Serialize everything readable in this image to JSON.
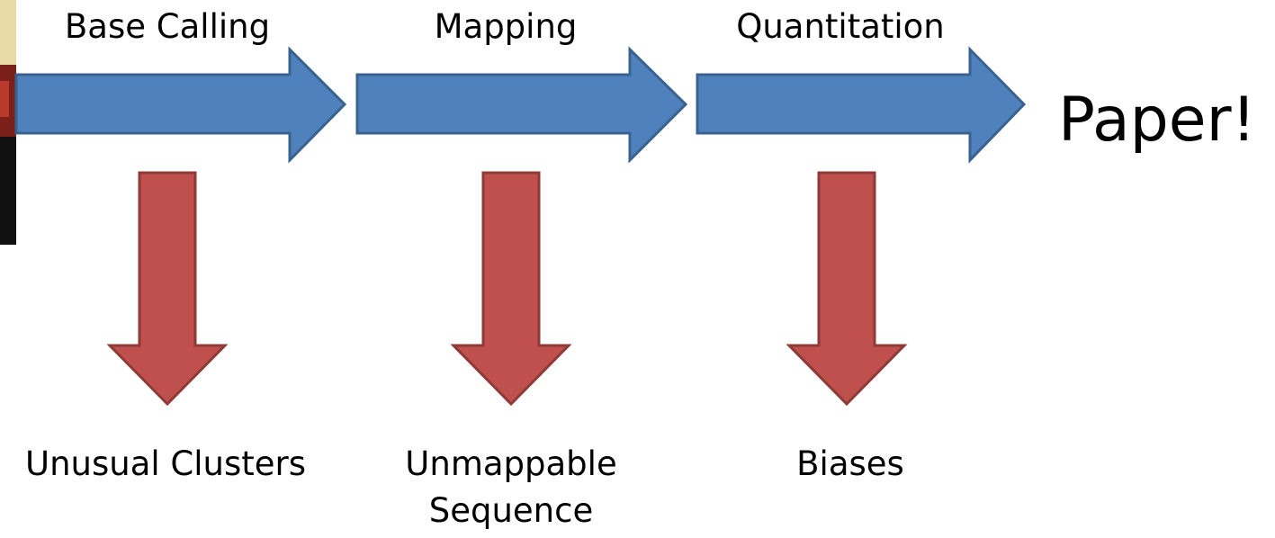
{
  "stages": [
    {
      "label": "Base Calling",
      "issue": [
        "Unusual Clusters"
      ]
    },
    {
      "label": "Mapping",
      "issue": [
        "Unmappable",
        "Sequence"
      ]
    },
    {
      "label": "Quantitation",
      "issue": [
        "Biases"
      ]
    }
  ],
  "final_label": "Paper!",
  "colors": {
    "stage_arrow_fill": "#4f81bd",
    "stage_arrow_stroke": "#3a6291",
    "issue_arrow_fill": "#c0504d",
    "issue_arrow_stroke": "#8e3a37",
    "photo_dark": "#111111",
    "photo_warm": "#c9a24a"
  }
}
